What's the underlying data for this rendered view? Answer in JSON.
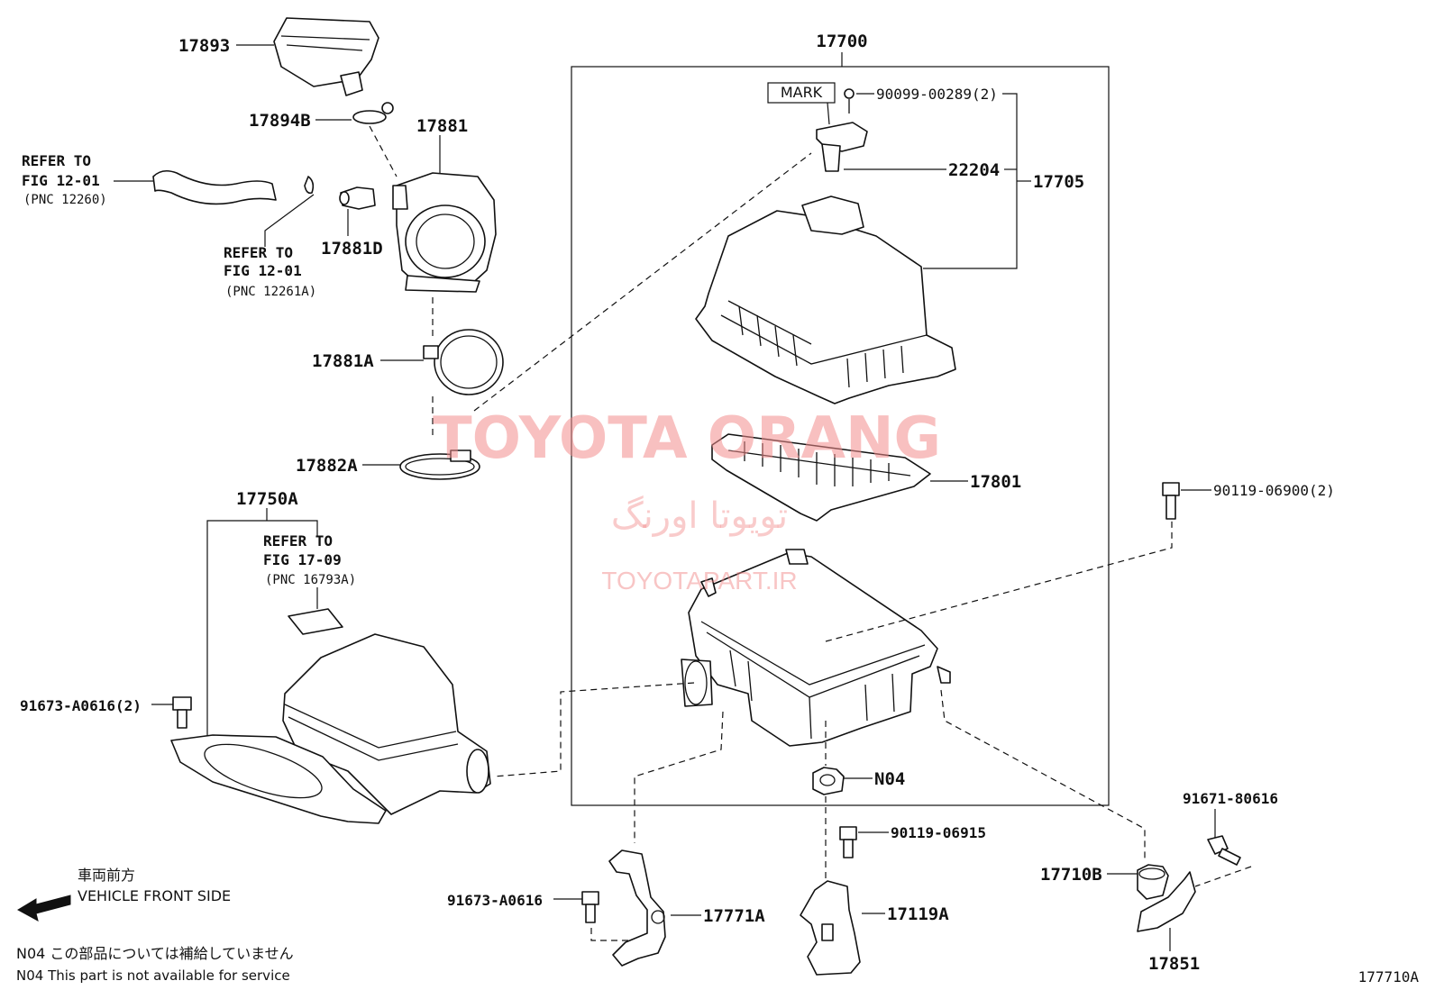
{
  "labels": {
    "p17893": "17893",
    "p17894B": "17894B",
    "p17881": "17881",
    "p17881D": "17881D",
    "p17881A": "17881A",
    "p17882A": "17882A",
    "p17750A": "17750A",
    "p17700": "17700",
    "p22204": "22204",
    "p17705": "17705",
    "p90099": "90099-00289(2)",
    "p17801": "17801",
    "p90119a": "90119-06900(2)",
    "p91673a": "91673-A0616(2)",
    "p91673b": "91673-A0616",
    "p17771A": "17771A",
    "p17119A": "17119A",
    "p90119b": "90119-06915",
    "pN04": "N04",
    "p91671": "91671-80616",
    "p17710B": "17710B",
    "p17851": "17851",
    "fig": "177710A",
    "mark": "MARK"
  },
  "refs": {
    "r1": {
      "l1": "REFER TO",
      "l2": "FIG 12-01",
      "l3": "(PNC 12260)"
    },
    "r2": {
      "l1": "REFER TO",
      "l2": "FIG 12-01",
      "l3": "(PNC 12261A)"
    },
    "r3": {
      "l1": "REFER TO",
      "l2": "FIG 17-09",
      "l3": "(PNC 16793A)"
    }
  },
  "front": {
    "jp": "車両前方",
    "en": "VEHICLE FRONT SIDE"
  },
  "notes": {
    "n1": "N04  この部品については補給していません",
    "n2": "N04  This part is not available for service"
  },
  "watermark": {
    "line1": "TOYOTA ORANG",
    "line2": "تویوتا اورنگ",
    "line3": "TOYOTAPART.IR",
    "color": "#f28c8c"
  }
}
